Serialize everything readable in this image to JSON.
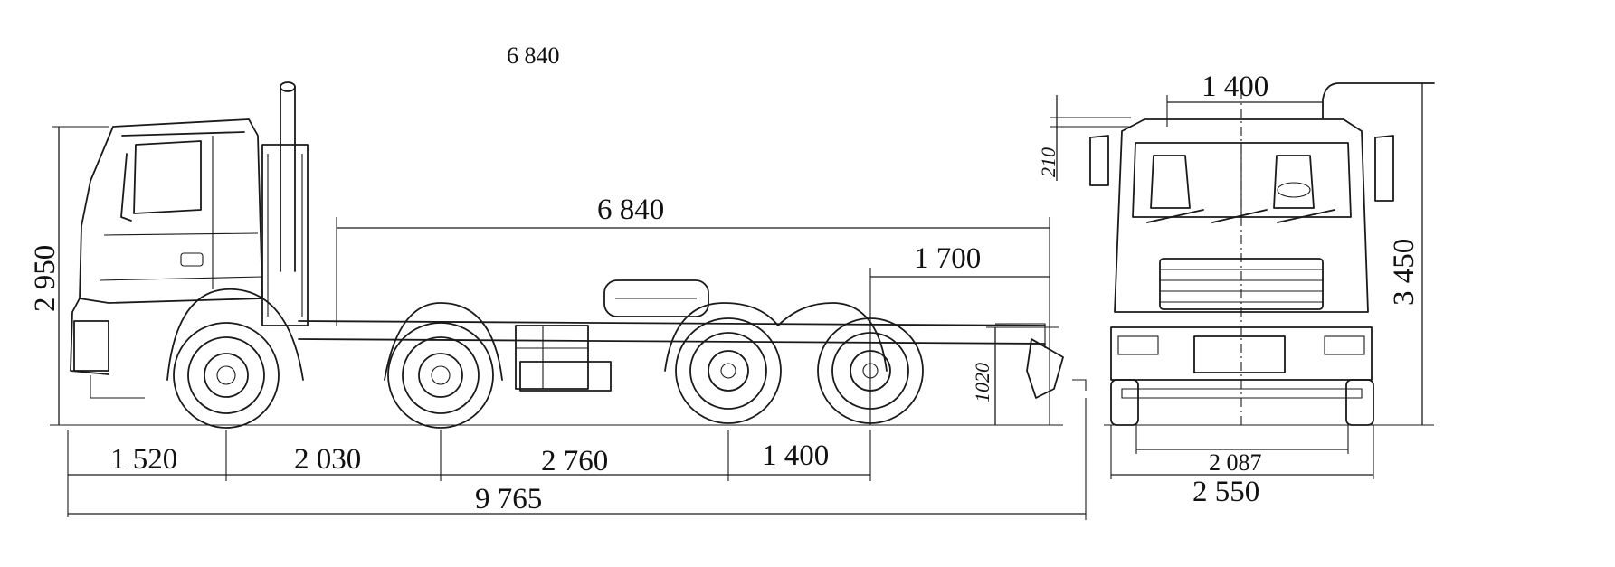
{
  "drawing": {
    "top_label": "6 840",
    "side_dims": {
      "height": "2 950",
      "frame_length": "6 840",
      "rear_section": "1 700",
      "frame_height": "1020",
      "front_overhang": "1 520",
      "wheelbase_1": "2 030",
      "wheelbase_2": "2 760",
      "wheelbase_3": "1 400",
      "total_length": "9 765"
    },
    "front_dims": {
      "top_width": "1 400",
      "exhaust_offset": "210",
      "total_height": "3 450",
      "track": "2 087",
      "total_width": "2 550"
    }
  }
}
